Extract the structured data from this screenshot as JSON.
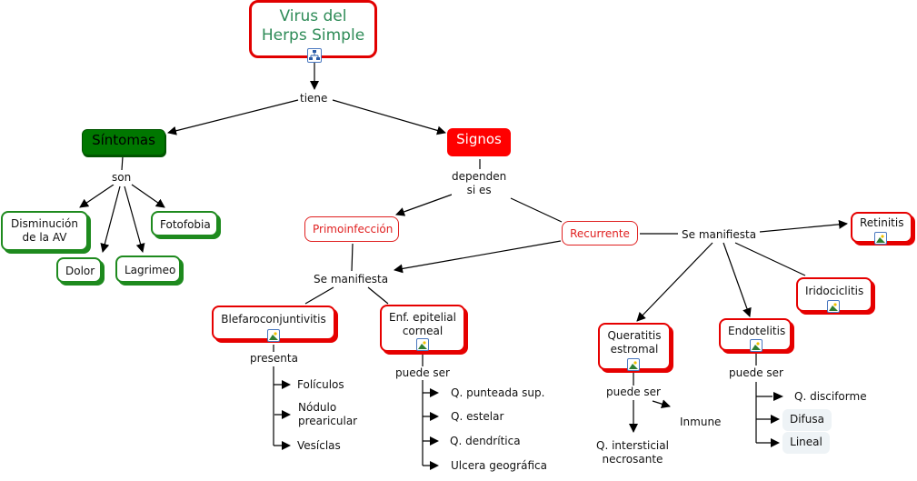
{
  "root": {
    "title_line1": "Virus del",
    "title_line2": "Herps Simple",
    "icon": "concept-map-icon"
  },
  "links": {
    "tiene": "tiene",
    "son": "son",
    "dependen_line1": "dependen",
    "dependen_line2": "si es",
    "se_manifiesta_left": "Se manifiesta",
    "se_manifiesta_right": "Se manifiesta",
    "presenta": "presenta",
    "puede_ser_epitelial": "puede ser",
    "puede_ser_queratitis": "puede ser",
    "puede_ser_endotelitis": "puede ser"
  },
  "concepts": {
    "sintomas": "Síntomas",
    "signos": "Signos",
    "disminucion_line1": "Disminución",
    "disminucion_line2": "de la AV",
    "dolor": "Dolor",
    "lagrimeo": "Lagrimeo",
    "fotofobia": "Fotofobia",
    "primoinfeccion": "Primoinfección",
    "recurrente": "Recurrente",
    "retinitis": "Retinitis",
    "iridociclitis": "Iridociclitis",
    "endotelitis": "Endotelitis",
    "queratitis_line1": "Queratitis",
    "queratitis_line2": "estromal",
    "blefaro": "Blefaroconjuntivitis",
    "enf_line1": "Enf. epitelial",
    "enf_line2": "corneal"
  },
  "leaves": {
    "foliculos": "Folículos",
    "nodulo_line1": "Nódulo",
    "nodulo_line2": "prearicular",
    "vesiclas": "Vesíclas",
    "q_punteada": "Q. punteada sup.",
    "q_estelar": "Q. estelar",
    "q_dendritica": "Q. dendrítica",
    "ulcera": "Ulcera geográfica",
    "q_intersticial_line1": "Q. intersticial",
    "q_intersticial_line2": "necrosante",
    "inmune": "Inmune",
    "q_disciforme": "Q. disciforme",
    "difusa": "Difusa",
    "lineal": "Lineal"
  },
  "colors": {
    "red": "#e60000",
    "green": "#007700",
    "text_green": "#2e8b57"
  }
}
